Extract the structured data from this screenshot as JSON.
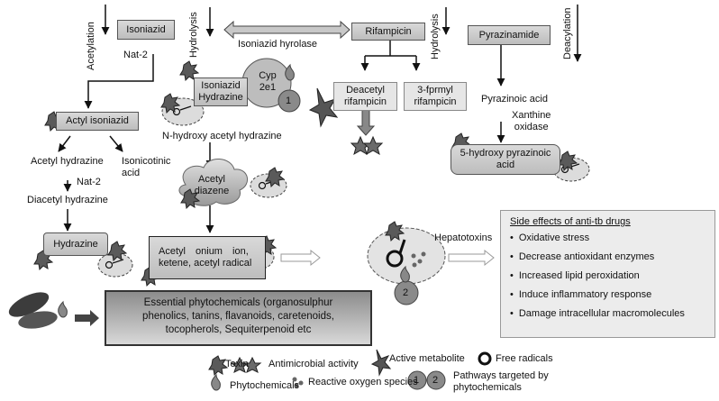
{
  "nodes": {
    "isoniazid": "Isoniazid",
    "rifampicin": "Rifampicin",
    "pyrazinamide": "Pyrazinamide",
    "actyl_isoniazid": "Actyl isoniazid",
    "isoniazid_hydrazine_1": "Isoniazid",
    "isoniazid_hydrazine_2": "Hydrazine",
    "cyp_1": "Cyp",
    "cyp_2": "2e1",
    "deacetyl_rifampicin_1": "Deacetyl",
    "deacetyl_rifampicin_2": "rifampicin",
    "formyl_rifampicin_1": "3-fprmyl",
    "formyl_rifampicin_2": "rifampicin",
    "hydroxy_pyrazinoic_1": "5-hydroxy pyrazinoic",
    "hydroxy_pyrazinoic_2": "acid",
    "hydrazine": "Hydrazine",
    "acetyl_diazene_1": "Acetyl",
    "acetyl_diazene_2": "diazene",
    "acetyl_onium_1": "Acetyl onium ion,",
    "acetyl_onium_2": "ketene, acetyl radical"
  },
  "labels": {
    "acetylation": "Acetylation",
    "hydrolysis_left": "Hydrolysis",
    "hydrolysis_right": "Hydrolysis",
    "deacylation": "Deacylation",
    "isoniazid_hyrolase": "Isoniazid hyrolase",
    "nat2_top": "Nat-2",
    "nat2_mid": "Nat-2",
    "n_hydroxy": "N-hydroxy acetyl hydrazine",
    "acetyl_hydrazine": "Acetyl hydrazine",
    "isonicotinic_1": "Isonicotinic",
    "isonicotinic_2": "acid",
    "diacetyl_hydrazine": "Diacetyl hydrazine",
    "pyrazinoic_acid": "Pyrazinoic acid",
    "xanthine_1": "Xanthine",
    "xanthine_2": "oxidase",
    "hepatotoxins": "Hepatotoxins",
    "pathway_1": "1",
    "pathway_2": "2"
  },
  "side_effects": {
    "title": "Side effects of anti-tb drugs",
    "items": [
      "Oxidative stress",
      "Decrease antioxidant enzymes",
      "Increased lipid peroxidation",
      "Induce inflammatory response",
      "Damage intracellular macromolecules"
    ]
  },
  "phytochemicals_box": {
    "line1": "Essential phytochemicals (organosulphur",
    "line2": "phenolics, tanins, flavanoids, caretenoids,",
    "line3": "tocopherols, Sequiterpenoid etc"
  },
  "legend": {
    "toxin": "Toxin",
    "antimicrobial": "Antimicrobial activity",
    "active_metabolite": "Active metabolite",
    "free_radicals": "Free radicals",
    "phytochemicals": "Phytochemicals",
    "ros": "Reactive oxygen species",
    "pathways_1": "Pathways targeted by",
    "pathways_2": "phytochemicals",
    "num1": "1",
    "num2": "2"
  }
}
